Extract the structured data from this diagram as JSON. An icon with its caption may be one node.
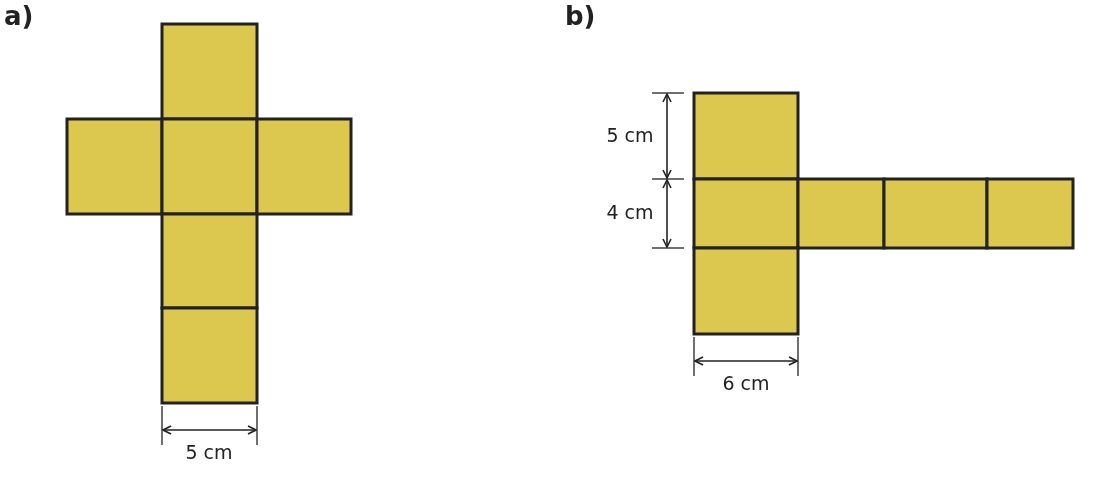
{
  "diagram": {
    "nodes": [
      {
        "text": [],
        "shape": "box"
      },
      {
        "text": [],
        "shape": "box"
      },
      {
        "text": [],
        "shape": "box"
      },
      {
        "text": [],
        "shape": "box"
      },
      {
        "text": [],
        "shape": "box"
      },
      {
        "text": [],
        "shape": "box"
      },
      {
        "text": [],
        "shape": "box"
      },
      {
        "text": [],
        "shape": "box"
      },
      {
        "text": [],
        "shape": "box"
      },
      {
        "text": [],
        "shape": "box"
      },
      {
        "text": [],
        "shape": "box"
      },
      {
        "text": [],
        "shape": "box"
      }
    ],
    "labels": [
      "a)",
      "b)",
      "5 cm",
      "4 cm",
      "6 cm",
      "5 cm"
    ]
  }
}
